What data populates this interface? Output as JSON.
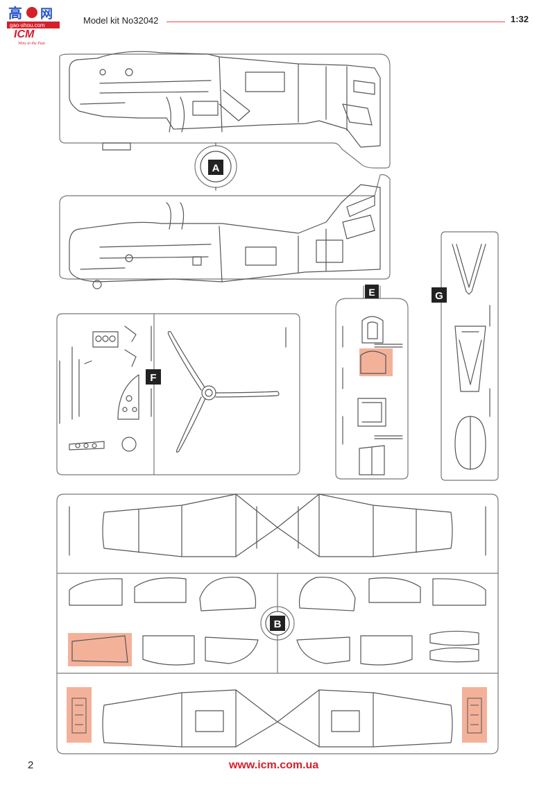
{
  "header": {
    "logo_text_top": "高",
    "logo_text_top2": "网",
    "logo_subtext": "gao-shou.com",
    "logo_brand": "ICM",
    "logo_tagline": "Wins in the Past",
    "title": "Model kit No32042",
    "scale": "1:32"
  },
  "sprue_frames": {
    "A": "A",
    "B": "B",
    "E": "E",
    "F": "F",
    "G": "G"
  },
  "footer": {
    "page_number": "2",
    "url": "www.icm.com.ua"
  },
  "colors": {
    "accent": "#e8454a",
    "url_red": "#d4202a",
    "highlight": "#f3a98f",
    "line": "#555555",
    "label_bg": "#222222"
  }
}
